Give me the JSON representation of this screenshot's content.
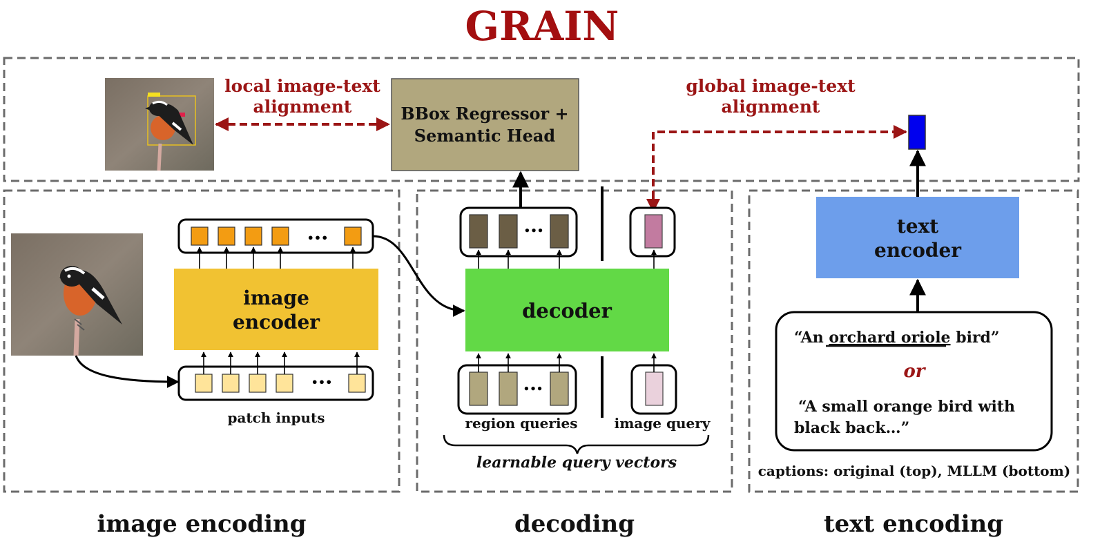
{
  "title": "GRAIN",
  "colors": {
    "title": "#a30f10",
    "dashed_box": "#6b6b6b",
    "alignment": "#9b1515",
    "bbox_head": "#b1a77e",
    "image_encoder": "#f1c232",
    "decoder": "#62d946",
    "text_encoder": "#6d9eeb",
    "patch_output": "#f39c12",
    "patch_input": "#ffe49a",
    "region_output": "#6b5e45",
    "region_query": "#b1a77e",
    "image_out_token": "#c27ba0",
    "image_query_token": "#ead1dc",
    "text_embedding": "#0000ee"
  },
  "top": {
    "local_alignment": [
      "local image-text",
      "alignment"
    ],
    "global_alignment": [
      "global image-text",
      "alignment"
    ],
    "head": [
      "BBox Regressor +",
      "Semantic Head"
    ],
    "head_icon": "bird-with-boxes-photo"
  },
  "image_section": {
    "encoder": [
      "image",
      "encoder"
    ],
    "patch_label": "patch inputs",
    "ellipsis": "•••",
    "photo_icon": "bird-photo",
    "section_label": "image encoding"
  },
  "decoding_section": {
    "decoder": "decoder",
    "ellipsis": "•••",
    "region_label": "region queries",
    "image_query_label": "image query",
    "learnable_label": "learnable query vectors",
    "section_label": "decoding"
  },
  "text_section": {
    "encoder": [
      "text",
      "encoder"
    ],
    "caption1_pre": "“An ",
    "caption1_underlined": "orchard oriole",
    "caption1_post": " bird”",
    "or": "or",
    "caption2": [
      "“A small orange bird with",
      "black back…”"
    ],
    "captions_note": "captions: original (top), MLLM (bottom)",
    "section_label": "text encoding"
  }
}
